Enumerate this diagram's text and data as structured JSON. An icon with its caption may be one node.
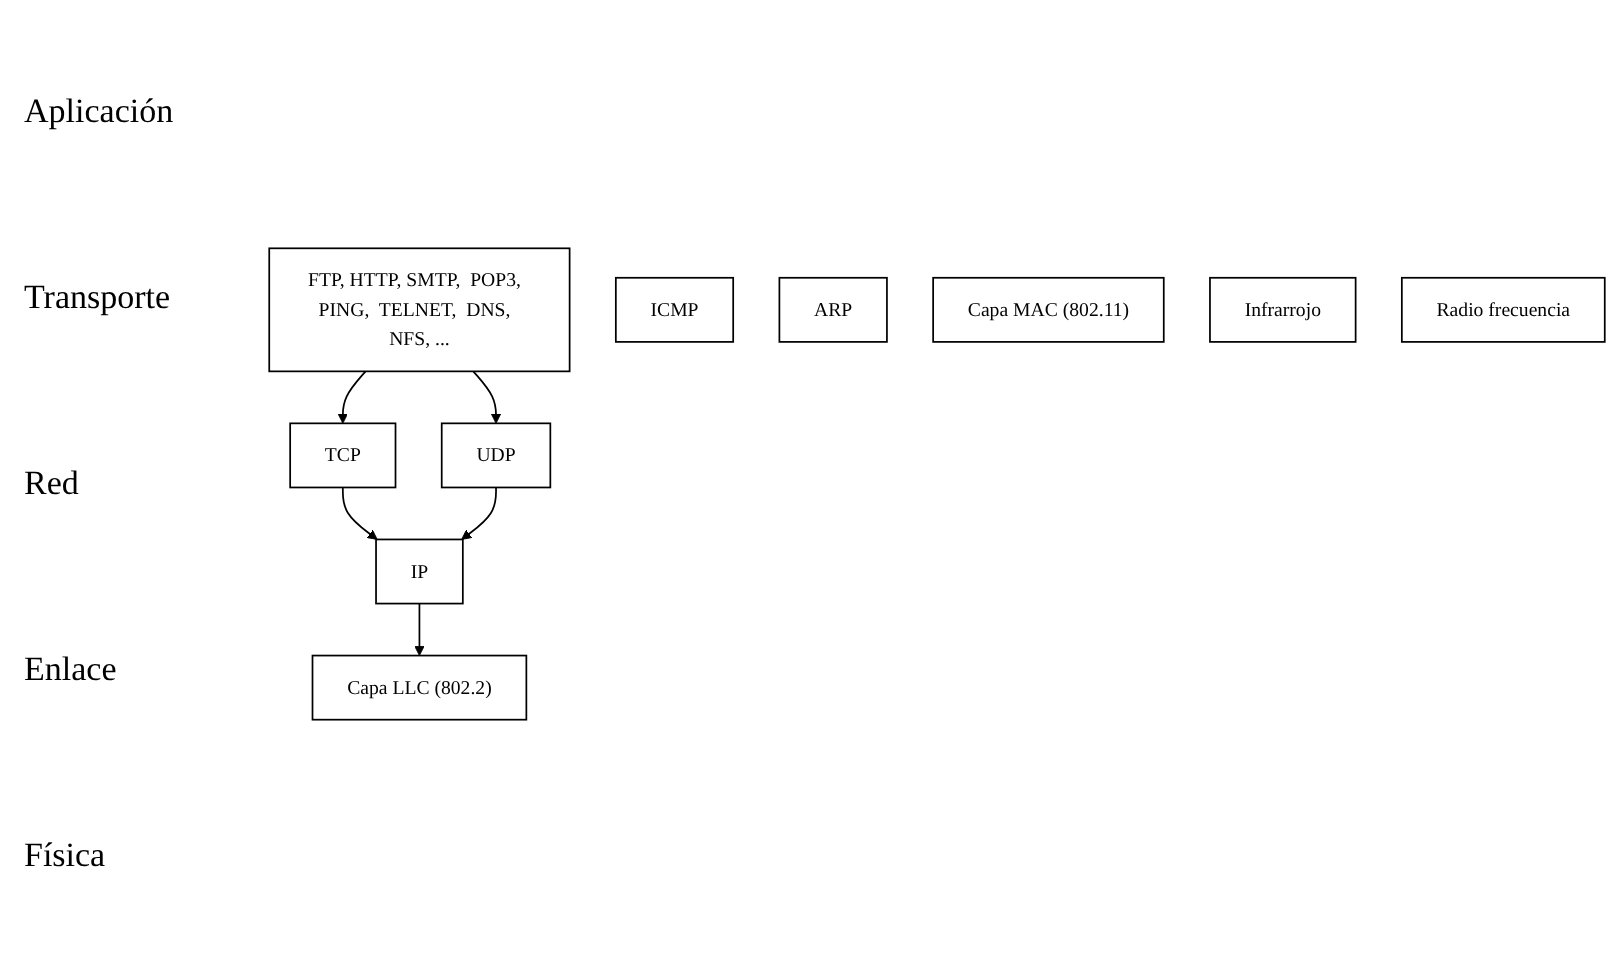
{
  "diagram": {
    "nodes": [
      {
        "text": [
          "FTP, HTTP, SMTP,  POP3,  PING,  TELNET,  DNS,  NFS, ..."
        ]
      },
      {
        "text": [
          "TCP"
        ]
      },
      {
        "text": [
          "UDP"
        ]
      },
      {
        "text": [
          "ICMP"
        ]
      },
      {
        "text": [
          "IP"
        ]
      },
      {
        "text": [
          "ARP"
        ]
      },
      {
        "text": [
          "Capa  LLC  (802.2)"
        ]
      },
      {
        "text": [
          "Capa MAC  (802.11)"
        ]
      },
      {
        "text": [
          "Infrarrojo"
        ]
      },
      {
        "text": [
          "Radio frecuencia"
        ]
      }
    ],
    "edges": [
      {
        "from": 0,
        "to": 1,
        "arrow": "to"
      },
      {
        "from": 0,
        "to": 2,
        "arrow": "to"
      },
      {
        "from": 1,
        "to": 4,
        "arrow": "to"
      },
      {
        "from": 2,
        "to": 4,
        "arrow": "to"
      },
      {
        "from": 4,
        "to": 6,
        "arrow": "to"
      }
    ],
    "labels": [
      "Aplicación",
      "Transporte",
      "Red",
      "Enlace",
      "Física"
    ]
  }
}
